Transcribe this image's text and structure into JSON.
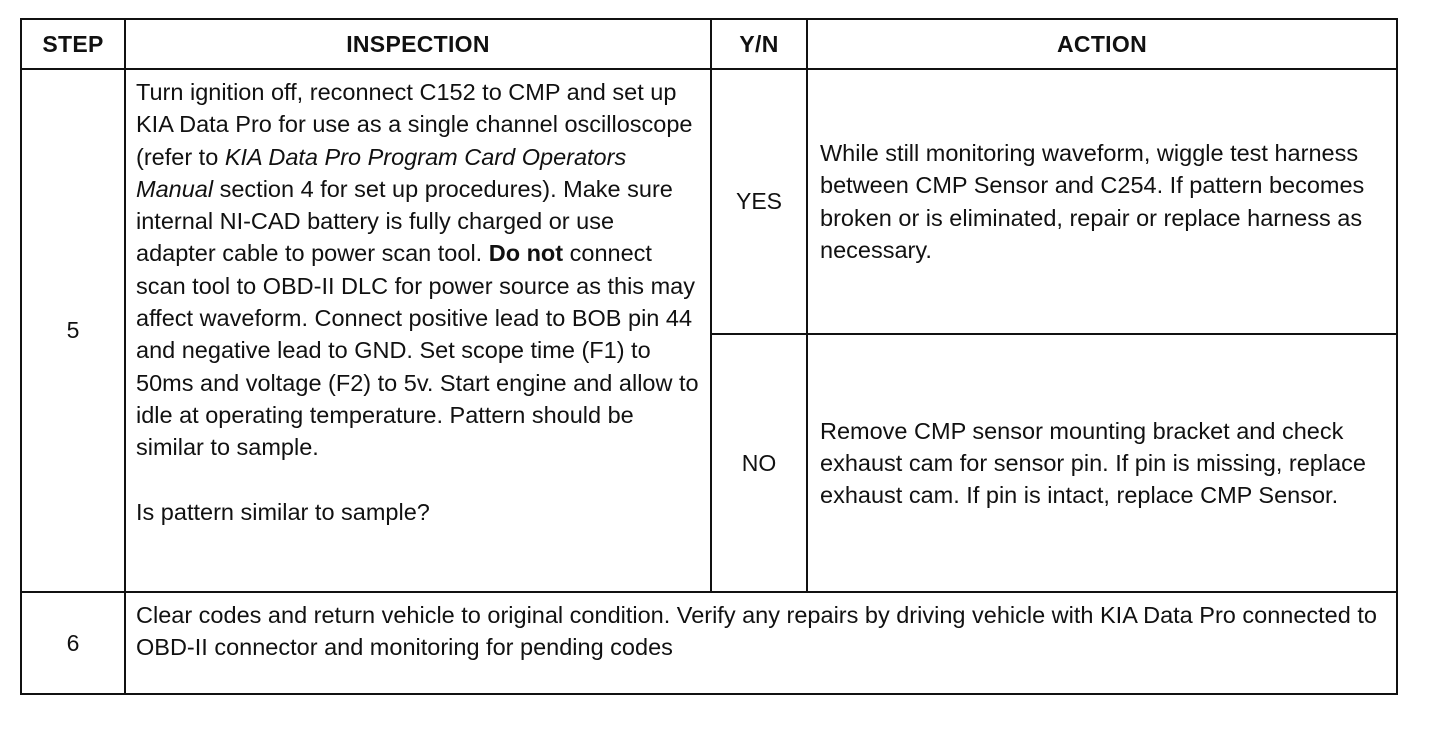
{
  "table": {
    "headers": {
      "step": "STEP",
      "inspection": "INSPECTION",
      "yn": "Y/N",
      "action": "ACTION"
    },
    "rows": [
      {
        "step": "5",
        "inspection": {
          "part1": "Turn ignition off, reconnect C152 to CMP and set up KIA Data Pro for use as a single channel oscilloscope (refer to ",
          "italic1": "KIA Data Pro Program Card Operators Manual",
          "part2": " section 4 for set up procedures).  Make sure internal NI-CAD battery is fully charged or use adapter cable to power scan tool.  ",
          "bold1": "Do not",
          "part3": " connect scan tool to OBD-II DLC for power source as this may affect waveform.  Connect positive lead to BOB pin 44 and negative lead to GND.  Set scope time (F1) to 50ms and voltage (F2) to 5v.  Start engine and allow to idle at operating temperature.  Pattern should be similar to sample.",
          "question": "Is pattern similar to sample?"
        },
        "yes": {
          "label": "YES",
          "action": "While still monitoring waveform, wiggle test harness between CMP Sensor and C254.  If pattern becomes broken or is eliminated, repair or replace harness as necessary."
        },
        "no": {
          "label": "NO",
          "action": "Remove CMP sensor mounting bracket and check exhaust cam for sensor pin.  If pin is missing, replace exhaust cam.  If pin is intact, replace CMP Sensor."
        }
      },
      {
        "step": "6",
        "text": "Clear codes and return vehicle to original condition.  Verify any repairs by driving vehicle with KIA Data Pro connected to OBD-II connector and monitoring for pending codes"
      }
    ]
  }
}
